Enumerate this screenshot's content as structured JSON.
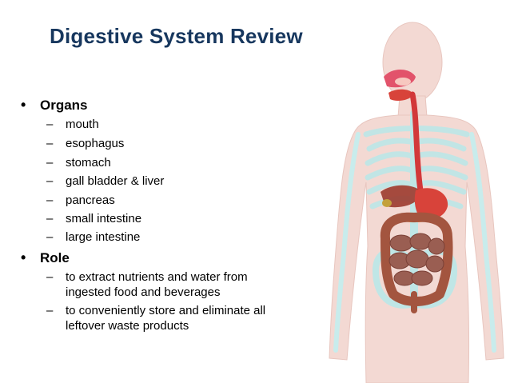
{
  "slide": {
    "title": "Digestive System Review",
    "sections": [
      {
        "heading": "Organs",
        "items": [
          "mouth",
          "esophagus",
          "stomach",
          "gall bladder & liver",
          "pancreas",
          "small intestine",
          "large intestine"
        ]
      },
      {
        "heading": "Role",
        "items": [
          {
            "line1": "to extract nutrients and water from",
            "line2": "ingested food and beverages"
          },
          {
            "line1": "to conveniently store and eliminate all",
            "line2": "leftover waste products"
          }
        ]
      }
    ],
    "bullet_glyph": "•",
    "dash_glyph": "–",
    "colors": {
      "title": "#17375e",
      "body": "#000000",
      "skin": "#f3d9d3",
      "skeleton": "#bfe6e6",
      "intestine": "#9a5e52",
      "stomach": "#d8433a",
      "esophagus": "#d2383a"
    }
  }
}
